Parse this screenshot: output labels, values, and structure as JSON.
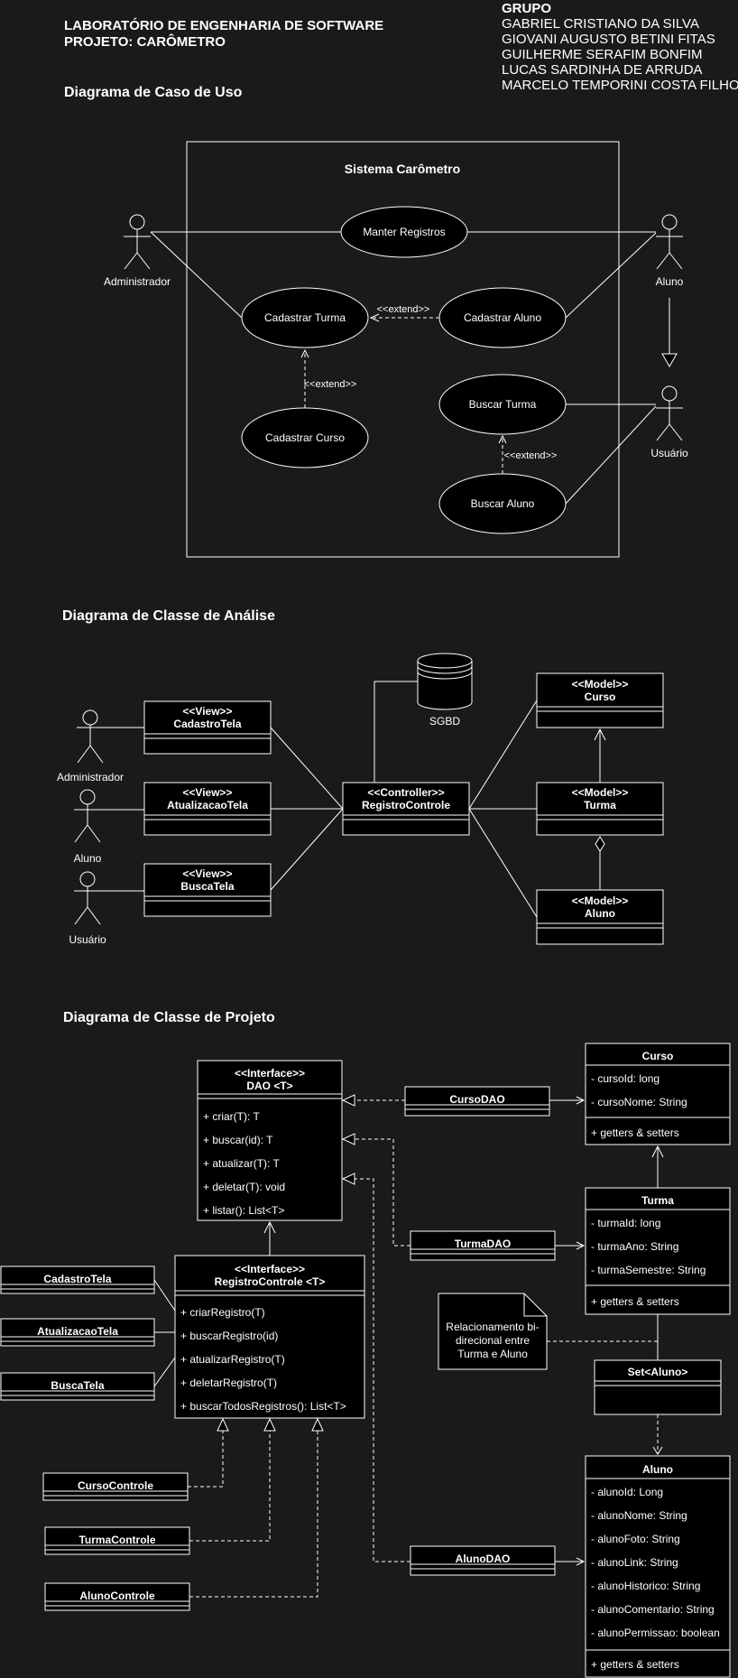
{
  "header": {
    "title_line1": "LABORATÓRIO DE ENGENHARIA DE SOFTWARE",
    "title_line2": "PROJETO: CARÔMETRO",
    "group_title": "GRUPO",
    "members": [
      "GABRIEL CRISTIANO DA SILVA",
      "GIOVANI AUGUSTO BETINI FITAS",
      "GUILHERME SERAFIM BONFIM",
      "LUCAS SARDINHA DE ARRUDA",
      "MARCELO TEMPORINI COSTA FILHO"
    ]
  },
  "use_case": {
    "section_title": "Diagrama de Caso de Uso",
    "system_name": "Sistema Carômetro",
    "actors": {
      "admin": "Administrador",
      "aluno": "Aluno",
      "usuario": "Usuário"
    },
    "cases": {
      "manter": "Manter Registros",
      "cad_turma": "Cadastrar Turma",
      "cad_aluno": "Cadastrar Aluno",
      "cad_curso": "Cadastrar Curso",
      "busca_turma": "Buscar Turma",
      "busca_aluno": "Buscar Aluno"
    },
    "extend_label": "<<extend>>"
  },
  "analysis": {
    "section_title": "Diagrama de Classe de Análise",
    "actors": {
      "admin": "Administrador",
      "aluno": "Aluno",
      "usuario": "Usuário"
    },
    "views": [
      {
        "stereo": "<<View>>",
        "name": "CadastroTela"
      },
      {
        "stereo": "<<View>>",
        "name": "AtualizacaoTela"
      },
      {
        "stereo": "<<View>>",
        "name": "BuscaTela"
      }
    ],
    "controller": {
      "stereo": "<<Controller>>",
      "name": "RegistroControle"
    },
    "database": "SGBD",
    "models": [
      {
        "stereo": "<<Model>>",
        "name": "Curso"
      },
      {
        "stereo": "<<Model>>",
        "name": "Turma"
      },
      {
        "stereo": "<<Model>>",
        "name": "Aluno"
      }
    ]
  },
  "project": {
    "section_title": "Diagrama de Classe de Projeto",
    "dao": {
      "stereo": "<<Interface>>",
      "name": "DAO <T>",
      "methods": [
        "+ criar(T): T",
        "+ buscar(id): T",
        "+ atualizar(T): T",
        "+ deletar(T): void",
        "+ listar(): List<T>"
      ]
    },
    "registro": {
      "stereo": "<<Interface>>",
      "name": "RegistroControle <T>",
      "methods": [
        "+ criarRegistro(T)",
        "+ buscarRegistro(id)",
        "+ atualizarRegistro(T)",
        "+ deletarRegistro(T)",
        "+ buscarTodosRegistros(): List<T>"
      ]
    },
    "daos": {
      "curso": "CursoDAO",
      "turma": "TurmaDAO",
      "aluno": "AlunoDAO"
    },
    "screens": {
      "cadastro": "CadastroTela",
      "atualizacao": "AtualizacaoTela",
      "busca": "BuscaTela"
    },
    "controls": {
      "curso": "CursoControle",
      "turma": "TurmaControle",
      "aluno": "AlunoControle"
    },
    "curso": {
      "name": "Curso",
      "attrs": [
        "- cursoId: long",
        "- cursoNome: String"
      ],
      "ops": [
        "+ getters & setters"
      ]
    },
    "turma": {
      "name": "Turma",
      "attrs": [
        "- turmaId: long",
        "- turmaAno: String",
        "- turmaSemestre: String"
      ],
      "ops": [
        "+ getters & setters"
      ]
    },
    "set_aluno": "Set<Aluno>",
    "note": [
      "Relacionamento bi-",
      "direcional entre",
      "Turma e Aluno"
    ],
    "aluno": {
      "name": "Aluno",
      "attrs": [
        "- alunoId: Long",
        "- alunoNome: String",
        "- alunoFoto: String",
        "- alunoLink: String",
        "- alunoHistorico: String",
        "- alunoComentario: String",
        "- alunoPermissao: boolean"
      ],
      "ops": [
        "+ getters & setters"
      ]
    }
  }
}
